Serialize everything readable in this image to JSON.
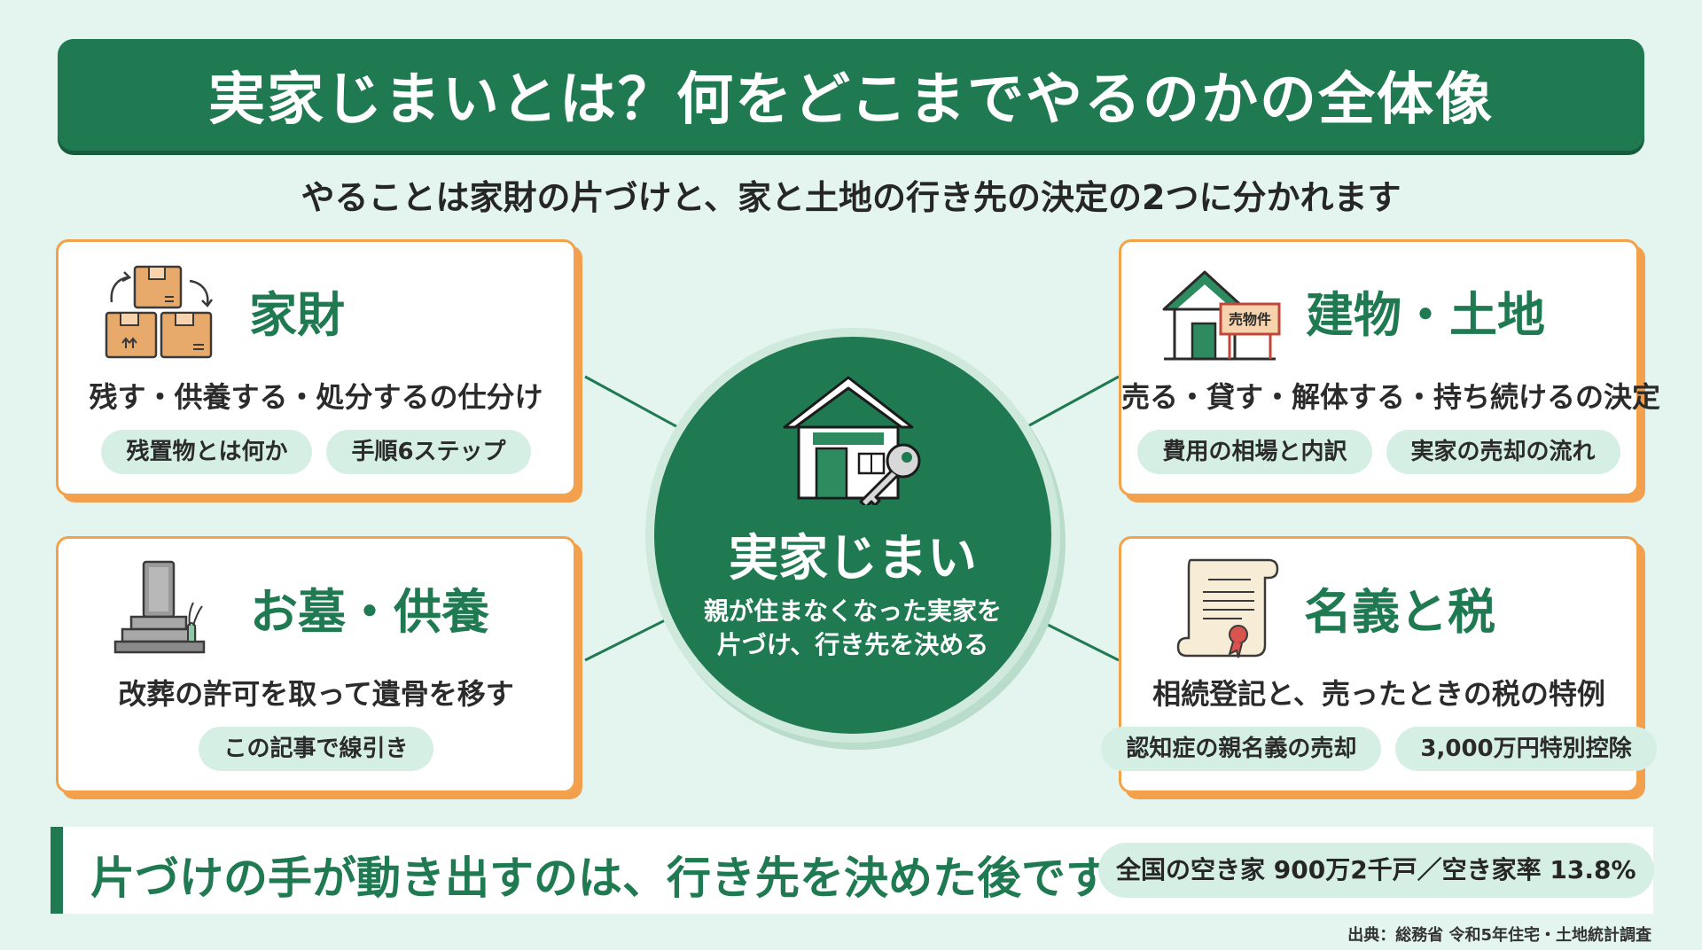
{
  "title": "実家じまいとは？何をどこまでやるのかの全体像",
  "subtitle": "やることは家財の片づけと、家と土地の行き先の決定の2つに分かれます",
  "center": {
    "title": "実家じまい",
    "line1": "親が住まなくなった実家を",
    "line2": "片づけ、行き先を決める"
  },
  "cards": {
    "kazai": {
      "icon": "boxes-icon",
      "heading": "家財",
      "desc": "残す・供養する・処分するの仕分け",
      "pills": [
        "残置物とは何か",
        "手順6ステップ"
      ]
    },
    "tatemono": {
      "icon": "house-for-sale-icon",
      "sign": "売物件",
      "heading": "建物・土地",
      "desc": "売る・貸す・解体する・持ち続けるの決定",
      "pills": [
        "費用の相場と内訳",
        "実家の売却の流れ"
      ]
    },
    "ohaka": {
      "icon": "grave-icon",
      "heading": "お墓・供養",
      "desc": "改葬の許可を取って遺骨を移す",
      "pills": [
        "この記事で線引き"
      ]
    },
    "meigi": {
      "icon": "certificate-icon",
      "heading": "名義と税",
      "desc": "相続登記と、売ったときの税の特例",
      "pills": [
        "認知症の親名義の売却",
        "3,000万円特別控除"
      ]
    }
  },
  "bottom": {
    "message": "片づけの手が動き出すのは、行き先を決めた後です",
    "stat": "全国の空き家 900万2千戸／空き家率 13.8%"
  },
  "source": "出典：総務省 令和5年住宅・土地統計調査",
  "colors": {
    "primary_green": "#1f7a52",
    "accent_orange": "#f3a24a",
    "pill_mint": "#d5efe4",
    "background": "#e3f5ee"
  }
}
